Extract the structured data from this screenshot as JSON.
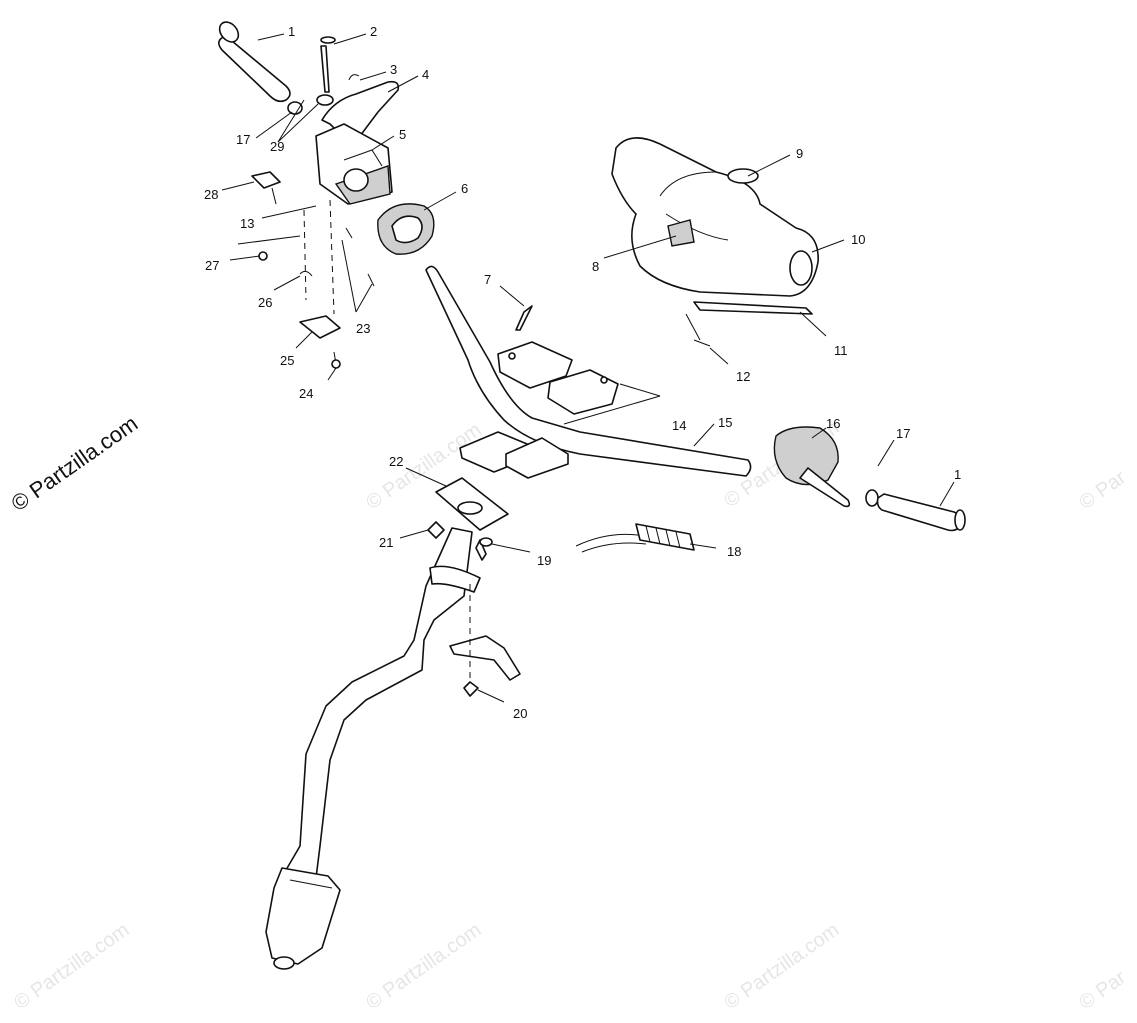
{
  "watermark": {
    "side_text": "© Partzilla.com",
    "repeat_text": "© Partzilla.com",
    "edge_text": "© Par"
  },
  "colors": {
    "line": "#111111",
    "watermark": "#e6e6e6",
    "background": "#ffffff"
  },
  "callouts": {
    "c1a": "1",
    "c2": "2",
    "c3": "3",
    "c4": "4",
    "c5": "5",
    "c6": "6",
    "c7": "7",
    "c8": "8",
    "c9": "9",
    "c10": "10",
    "c11": "11",
    "c12": "12",
    "c13": "13",
    "c14": "14",
    "c15": "15",
    "c16": "16",
    "c17a": "17",
    "c17b": "17",
    "c18": "18",
    "c19": "19",
    "c20": "20",
    "c21": "21",
    "c22": "22",
    "c23": "23",
    "c24": "24",
    "c25": "25",
    "c26": "26",
    "c27": "27",
    "c28": "28",
    "c29": "29",
    "c1b": "1"
  }
}
